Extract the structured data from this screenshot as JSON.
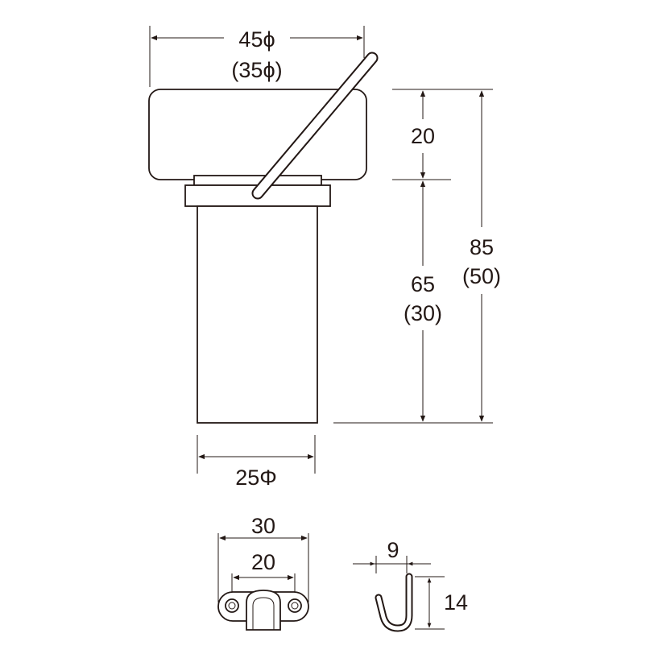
{
  "main_view": {
    "top_width_label": "45ϕ",
    "top_width_alt_label": "(35ϕ)",
    "cap_height_label": "20",
    "stem_height_label": "65",
    "stem_height_alt_label": "(30)",
    "total_height_label": "85",
    "total_height_alt_label": "(50)",
    "stem_diameter_label": "25Φ"
  },
  "bracket_view": {
    "outer_width_label": "30",
    "hole_spacing_label": "20"
  },
  "hook_view": {
    "width_label": "9",
    "height_label": "14"
  }
}
